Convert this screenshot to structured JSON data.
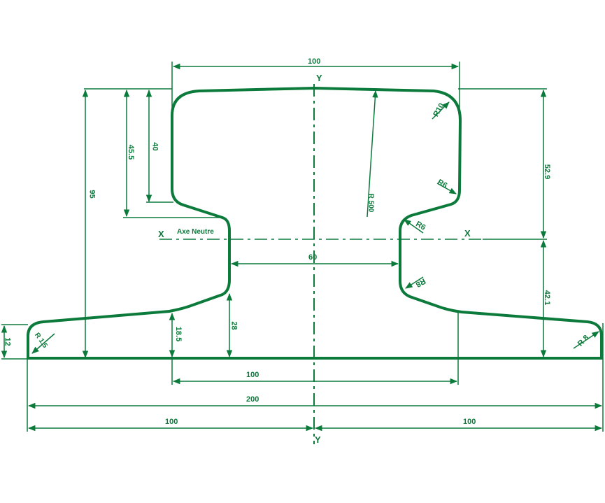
{
  "drawing": {
    "title": "Rail profile cross-section",
    "line_color": "#0b7a3b",
    "background": "#ffffff"
  },
  "axes": {
    "y_top": "Y",
    "y_bottom": "Y",
    "x_left": "X",
    "x_right": "X",
    "neutral_axis_label": "Axe Neutre"
  },
  "dimensions": {
    "head_width": "100",
    "total_height": "95",
    "head_depth_outer": "45.5",
    "head_depth": "40",
    "web_width": "60",
    "upper_to_neutral": "52.9",
    "lower_to_neutral": "42.1",
    "foot_edge_height": "12",
    "foot_mid_height": "18.5",
    "foot_web_height": "28",
    "foot_inner_width": "100",
    "foot_width": "200",
    "half_left": "100",
    "half_right": "100"
  },
  "radii": {
    "head_corner": "R10",
    "head_underside": "R6",
    "web_top": "R6",
    "web_bottom": "R8",
    "crown": "R 500",
    "foot_left": "R 1.5",
    "foot_right": "R 8"
  }
}
